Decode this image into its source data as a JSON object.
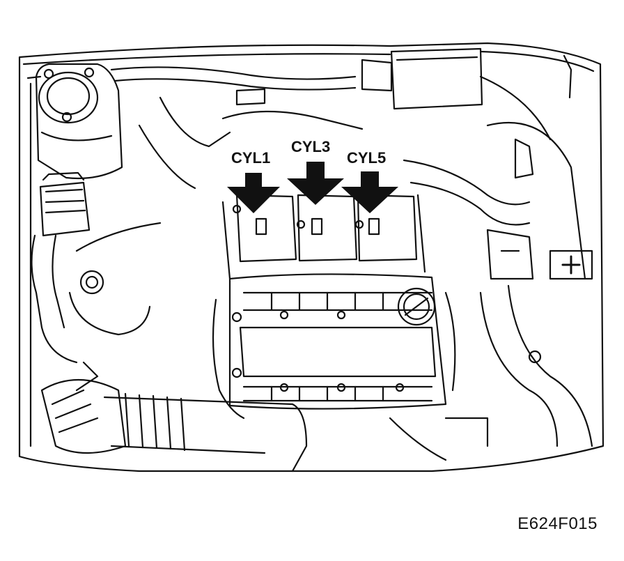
{
  "labels": {
    "cyl1": "CYL1",
    "cyl3": "CYL3",
    "cyl5": "CYL5"
  },
  "figure_code": "E624F015",
  "colors": {
    "ink": "#111111",
    "paper": "#ffffff"
  }
}
